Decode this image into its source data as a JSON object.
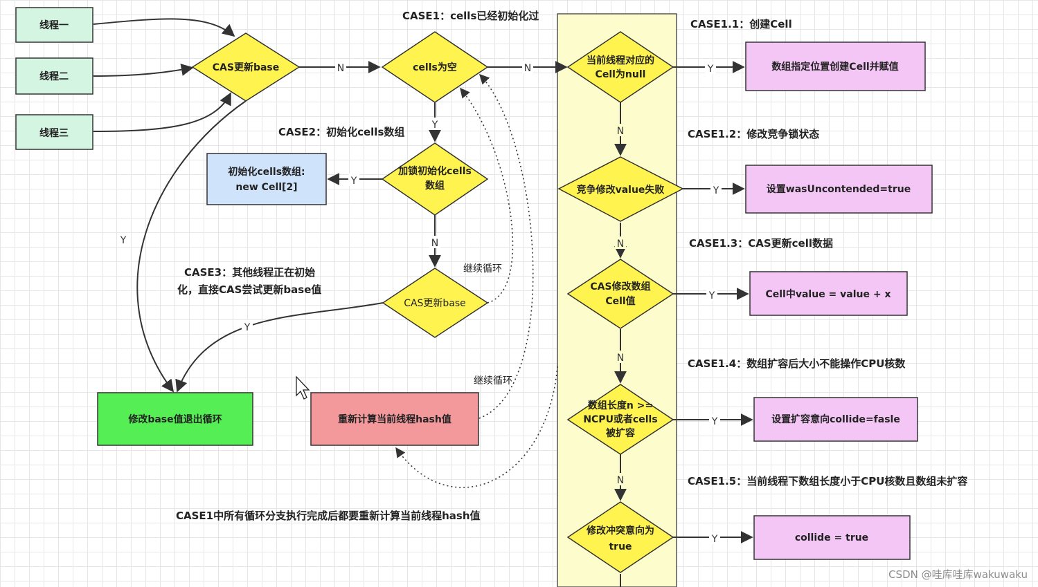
{
  "threads": [
    "线程一",
    "线程二",
    "线程三"
  ],
  "nodes": {
    "cas_base": "CAS更新base",
    "cells_empty": "cells为空",
    "lock_init": [
      "加锁初始化cells",
      "数组"
    ],
    "init_array": [
      "初始化cells数组:",
      "new Cell[2]"
    ],
    "cas_base2": "CAS更新base",
    "modify_base": "修改base值退出循环",
    "rehash": "重新计算当前线程hash值",
    "cell_null": [
      "当前线程对应的",
      "Cell为null"
    ],
    "compete_fail": "竞争修改value失败",
    "cas_cell": [
      "CAS修改数组",
      "Cell值"
    ],
    "array_len": [
      "数组长度n >=",
      "NCPU或者cells",
      "被扩容"
    ],
    "collide_true_q": [
      "修改冲突意向为",
      "true"
    ],
    "create_cell": "数组指定位置创建Cell并赋值",
    "set_uncontended": "设置wasUncontended=true",
    "cell_value": "Cell中value = value + x",
    "set_collide_false": "设置扩容意向collide=fasle",
    "collide_true": "collide = true"
  },
  "labels": {
    "case1": "CASE1：cells已经初始化过",
    "case2": "CASE2：初始化cells数组",
    "case3": [
      "CASE3：其他线程正在初始",
      "化，直接CAS尝试更新base值"
    ],
    "case1_1": "CASE1.1：创建Cell",
    "case1_2": "CASE1.2：修改竞争锁状态",
    "case1_3": "CASE1.3：CAS更新cell数据",
    "case1_4": "CASE1.4：数组扩容后大小不能操作CPU核数",
    "case1_5": "CASE1.5：当前线程下数组长度小于CPU核数且数组未扩容",
    "continue_loop_1": "继续循环",
    "continue_loop_2": "继续循环",
    "footer_note": "CASE1中所有循环分支执行完成后都要重新计算当前线程hash值",
    "watermark": "CSDN @哇库哇库wakuwaku"
  },
  "edge_labels": {
    "yes": "Y",
    "no": "N"
  },
  "colors": {
    "thread_fill": "#d5f5e3",
    "diamond_fill": "#fff44f",
    "lane_fill": "#fcfccc",
    "pink_fill": "#f4c6f6",
    "blue_fill": "#cfe3fb",
    "green_fill": "#55ee55",
    "red_fill": "#f4999b"
  }
}
